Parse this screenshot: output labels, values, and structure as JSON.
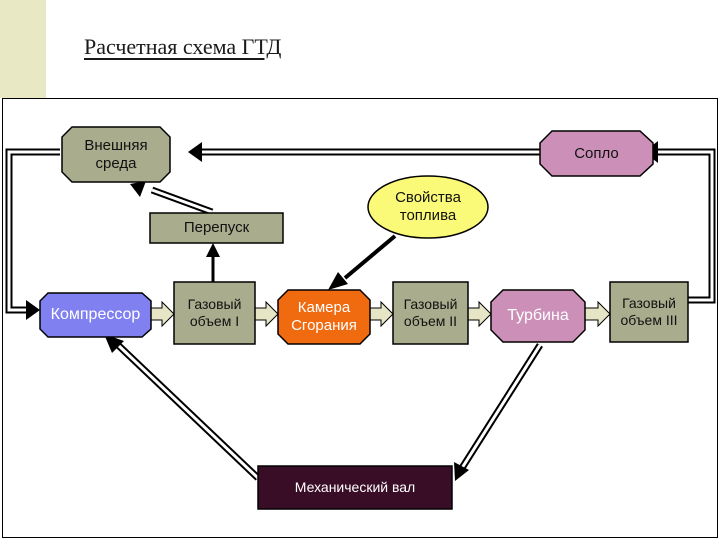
{
  "title": "Расчетная схема ГТД",
  "colors": {
    "band": "#e8e8c4",
    "ambient": "#a9ad8d",
    "nozzle": "#cc8fb7",
    "fuel": "#fafa78",
    "bypass": "#a9ad8d",
    "compressor": "#8080f0",
    "gas_volume": "#a9ad8d",
    "combustor": "#f06a10",
    "turbine": "#cc8fb7",
    "shaft": "#3a0d27",
    "arrow": "#ffffff"
  },
  "nodes": {
    "ambient": "Внешняя\nсреда",
    "nozzle": "Сопло",
    "fuel": "Свойства\nтоплива",
    "bypass": "Перепуск",
    "compressor": "Компрессор",
    "gas_volume_1": "Газовый\nобъем I",
    "combustor": "Камера\nСгорания",
    "gas_volume_2": "Газовый\nобъем II",
    "turbine": "Турбина",
    "gas_volume_3": "Газовый\nобъем III",
    "shaft": "Механический вал"
  },
  "icons": {
    "arrow_head": "triangle-arrow-icon"
  }
}
